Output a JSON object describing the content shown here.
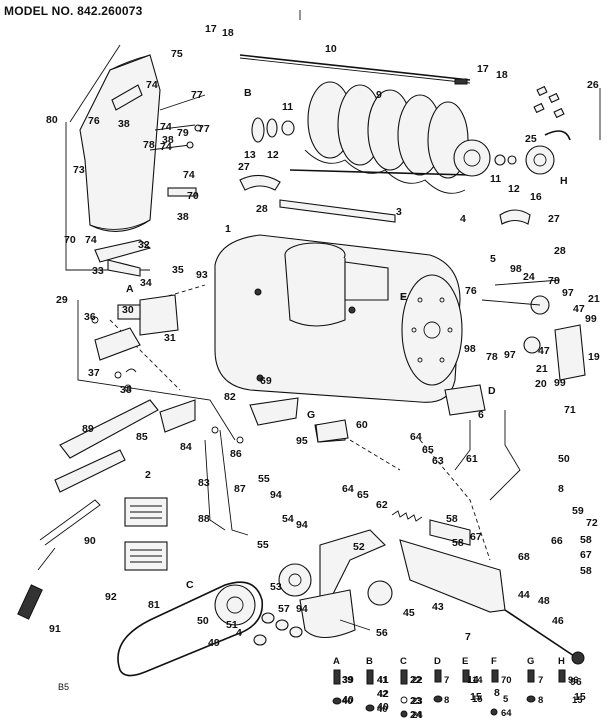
{
  "header": {
    "model": "MODEL NO. 842.260073"
  },
  "footer": {
    "page_ref": "B5"
  },
  "callouts": [
    "1",
    "2",
    "3",
    "4",
    "4",
    "5",
    "6",
    "7",
    "8",
    "8",
    "9",
    "10",
    "11",
    "11",
    "12",
    "12",
    "13",
    "14",
    "15",
    "15",
    "16",
    "17",
    "17",
    "18",
    "18",
    "19",
    "20",
    "21",
    "21",
    "22",
    "23",
    "24",
    "24",
    "25",
    "26",
    "27",
    "27",
    "28",
    "28",
    "29",
    "30",
    "31",
    "32",
    "33",
    "34",
    "35",
    "36",
    "37",
    "38",
    "38",
    "38",
    "38",
    "39",
    "40",
    "40",
    "41",
    "42",
    "43",
    "44",
    "45",
    "46",
    "47",
    "47",
    "48",
    "49",
    "50",
    "50",
    "51",
    "52",
    "53",
    "54",
    "55",
    "55",
    "56",
    "57",
    "58",
    "58",
    "58",
    "58",
    "59",
    "60",
    "61",
    "62",
    "63",
    "64",
    "64",
    "65",
    "65",
    "66",
    "67",
    "67",
    "68",
    "69",
    "70",
    "70",
    "71",
    "72",
    "73",
    "74",
    "74",
    "74",
    "74",
    "74",
    "75",
    "76",
    "76",
    "77",
    "77",
    "78",
    "78",
    "78",
    "79",
    "80",
    "81",
    "82",
    "83",
    "84",
    "85",
    "86",
    "87",
    "88",
    "89",
    "90",
    "91",
    "92",
    "93",
    "94",
    "94",
    "94",
    "95",
    "96",
    "97",
    "97",
    "98",
    "98",
    "99",
    "99"
  ],
  "letter_refs": [
    "A",
    "B",
    "C",
    "D",
    "E",
    "F",
    "G",
    "H",
    "A",
    "C",
    "D",
    "F",
    "G",
    "G",
    "H",
    "H"
  ],
  "hardware_key": [
    {
      "letter": "A",
      "items": [
        "39",
        "40"
      ]
    },
    {
      "letter": "B",
      "items": [
        "41",
        "42",
        "40"
      ]
    },
    {
      "letter": "C",
      "items": [
        "22",
        "23",
        "24"
      ]
    },
    {
      "letter": "D",
      "items": [
        "7",
        "8"
      ]
    },
    {
      "letter": "E",
      "items": [
        "14",
        "15"
      ]
    },
    {
      "letter": "F",
      "items": [
        "70",
        "5",
        "64"
      ]
    },
    {
      "letter": "G",
      "items": [
        "7",
        "8"
      ]
    },
    {
      "letter": "H",
      "items": [
        "96",
        "15"
      ]
    }
  ]
}
